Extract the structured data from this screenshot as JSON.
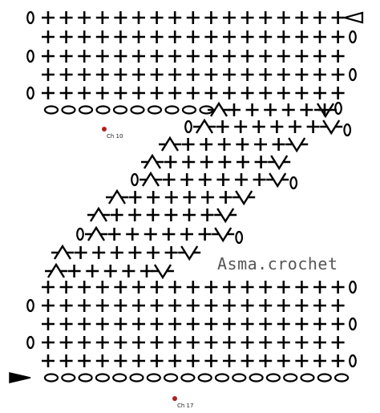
{
  "watermark": "Asma.crochet",
  "markers": [
    {
      "label": "Ch 10",
      "color": "#b02020"
    },
    {
      "label": "Ch 17",
      "color": "#b02020"
    }
  ],
  "symbols": {
    "stitch": "plus",
    "chain": "oval",
    "start_arrow": "filled-triangle",
    "end_arrow": "open-triangle"
  },
  "colors": {
    "ink": "#000000",
    "marker": "#b02020"
  }
}
